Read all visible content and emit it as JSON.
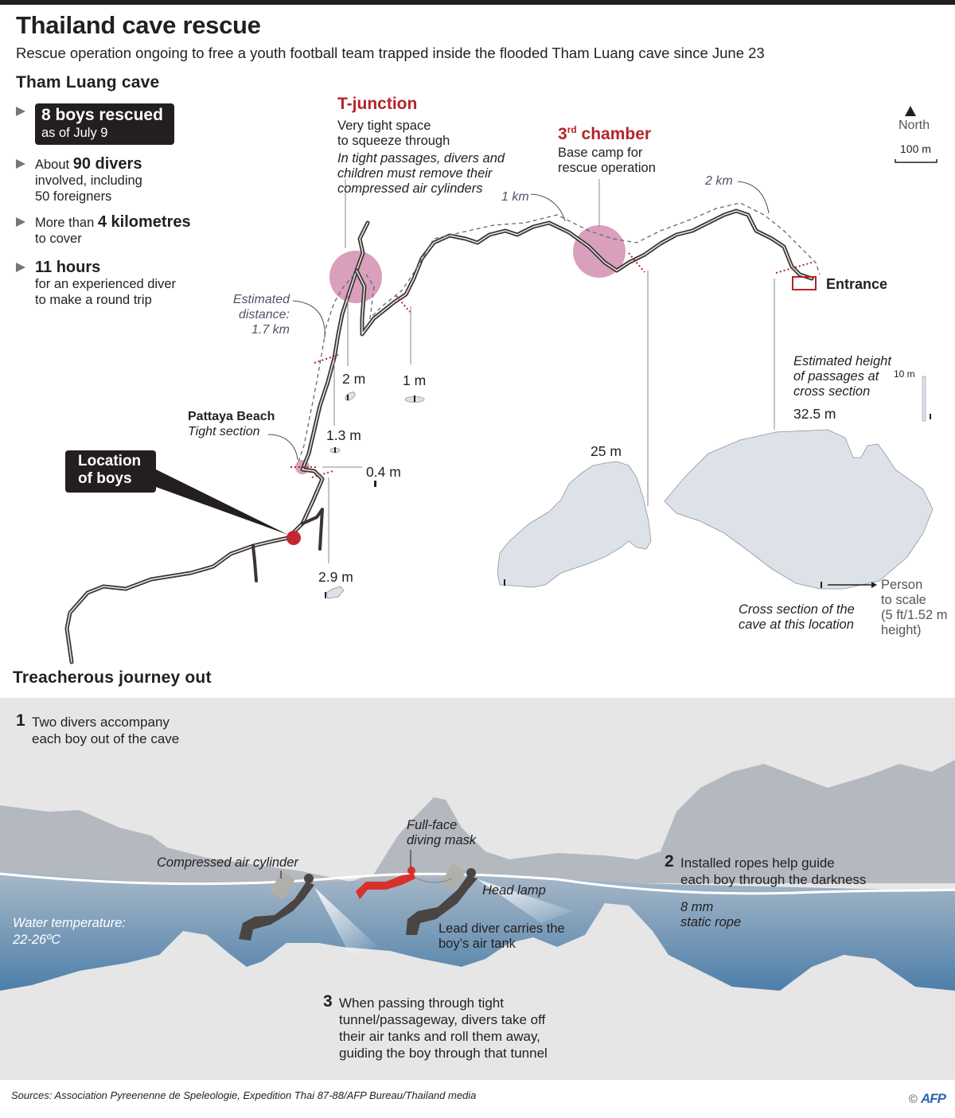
{
  "header": {
    "title": "Thailand cave rescue",
    "subtitle": "Rescue operation ongoing to free a youth football team trapped inside the flooded Tham Luang cave since June 23"
  },
  "map_section": {
    "title": "Tham Luang cave",
    "facts": [
      {
        "bold": "8 boys rescued",
        "rest": "as of July 9",
        "highlighted": true
      },
      {
        "pre": "About ",
        "bold": "90 divers",
        "rest": "involved, including 50 foreigners",
        "line2": "involved, including",
        "line3": "50 foreigners"
      },
      {
        "pre": "More than ",
        "bold": "4 kilometres",
        "line2": "to cover"
      },
      {
        "bold": "11 hours",
        "line2": "for an experienced diver",
        "line3": "to make a round trip"
      }
    ],
    "t_junction": {
      "title": "T-junction",
      "desc_line1": "Very tight space",
      "desc_line2": "to squeeze through",
      "note_line1": "In tight passages, divers and",
      "note_line2": "children must remove their",
      "note_line3": "compressed air cylinders"
    },
    "third_chamber": {
      "title_num": "3",
      "title_sup": "rd",
      "title_rest": " chamber",
      "desc_line1": "Base camp for",
      "desc_line2": "rescue operation"
    },
    "compass": {
      "label": "North",
      "icon": "north-arrow-icon"
    },
    "scale_bar": {
      "label": "100 m"
    },
    "distance_markers": {
      "km1": "1 km",
      "km2": "2 km",
      "estimated_line1": "Estimated",
      "estimated_line2": "distance:",
      "estimated_line3": "1.7 km"
    },
    "entrance_label": "Entrance",
    "pattaya": {
      "title": "Pattaya Beach",
      "note": "Tight section"
    },
    "location_of_boys": {
      "line1": "Location",
      "line2": "of boys"
    },
    "passage_heights": [
      "2 m",
      "1 m",
      "1.3 m",
      "0.4 m",
      "2.9 m",
      "25 m",
      "32.5 m"
    ],
    "height_legend": {
      "line1": "Estimated height",
      "line2": "of passages at",
      "line3": "cross section",
      "scale": "10 m"
    },
    "cross_section_note": {
      "line1": "Cross section of the",
      "line2": "cave at this location"
    },
    "person_scale": {
      "line1": "Person",
      "line2": "to scale",
      "line3": "(5 ft/1.52 m",
      "line4": "height)"
    }
  },
  "journey_section": {
    "title": "Treacherous journey out",
    "steps": [
      {
        "num": "1",
        "line1": "Two divers accompany",
        "line2": "each boy out of the cave"
      },
      {
        "num": "2",
        "line1": "Installed ropes help guide",
        "line2": "each boy through the darkness"
      },
      {
        "num": "3",
        "line1": "When passing through tight",
        "line2": "tunnel/passageway, divers take off",
        "line3": "their air tanks and roll them away,",
        "line4": "guiding the boy through that tunnel"
      }
    ],
    "labels": {
      "cylinder": "Compressed air cylinder",
      "mask_line1": "Full-face",
      "mask_line2": "diving mask",
      "head_lamp": "Head lamp",
      "lead_line1": "Lead diver carries the",
      "lead_line2": "boy’s air tank",
      "rope_line1": "8 mm",
      "rope_line2": "static rope",
      "water_line1": "Water temperature:",
      "water_line2": "22-26ºC"
    }
  },
  "footer": {
    "sources": "Sources: Association Pyreenenne de Speleologie, Expedition Thai 87-88/AFP Bureau/Thailand media",
    "copyright": "©",
    "brand": "AFP"
  },
  "colors": {
    "dark": "#231f20",
    "accent_red": "#b5242a",
    "highlight_pink": "#c9769f",
    "water_blue": "#5f8db5",
    "rock_grey": "#b4b8bf",
    "cross_section_fill": "#dde2e8",
    "afp_blue": "#2f64b5"
  }
}
